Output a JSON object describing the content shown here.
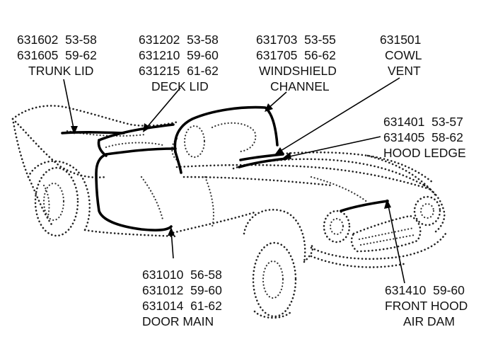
{
  "callouts": {
    "trunk_lid": {
      "line1": "631602  53-58",
      "line2": "631605  59-62",
      "line3": "TRUNK LID"
    },
    "deck_lid": {
      "line1": "631202  53-58",
      "line2": "631210  59-60",
      "line3": "631215  61-62",
      "line4": "DECK LID"
    },
    "windshield_channel": {
      "line1": "631703  53-55",
      "line2": "631705  56-62",
      "line3": "WINDSHIELD",
      "line4": "CHANNEL"
    },
    "cowl_vent": {
      "line1": "631501",
      "line2": "COWL",
      "line3": "VENT"
    },
    "hood_ledge": {
      "line1": "631401  53-57",
      "line2": "631405  58-62",
      "line3": "HOOD LEDGE"
    },
    "door_main": {
      "line1": "631010  56-58",
      "line2": "631012  59-60",
      "line3": "631014  61-62",
      "line4": "DOOR MAIN"
    },
    "front_hood_air_dam": {
      "line1": "631410  59-60",
      "line2": "FRONT HOOD",
      "line3": "AIR DAM"
    }
  }
}
